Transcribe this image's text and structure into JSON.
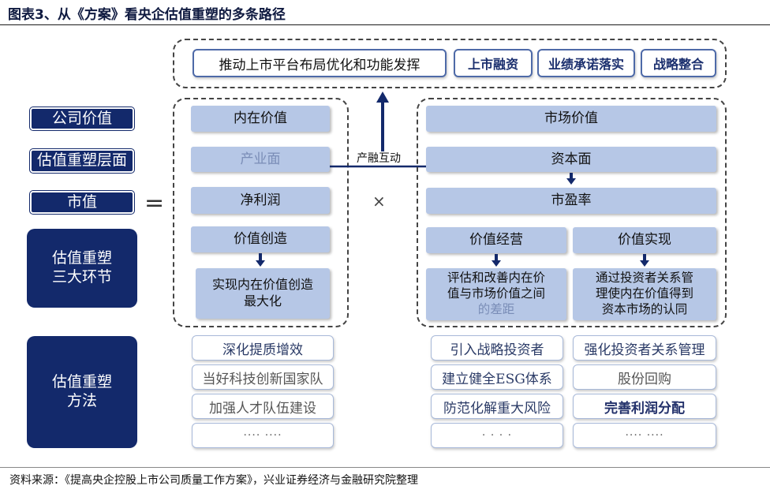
{
  "title": "图表3、从《方案》看央企估值重塑的多条路径",
  "left_labels": [
    "公司价值",
    "估值重塑层面",
    "市值",
    "估值重塑\n三大环节",
    "估值重塑\n方法"
  ],
  "operators": {
    "equals": "=",
    "times": "×"
  },
  "top_row": {
    "main": "推动上市平台布局优化和功能发挥",
    "items": [
      "上市融资",
      "业绩承诺落实",
      "战略整合"
    ]
  },
  "interaction_label": "产融互动",
  "intrinsic": {
    "header": "内在价值",
    "industry": "产业面",
    "net_profit": "净利润",
    "creation": "价值创造",
    "maximize": "实现内在价值创造\n最大化"
  },
  "market": {
    "header": "市场价值",
    "capital": "资本面",
    "pe": "市盈率",
    "operation": "价值经营",
    "operation_desc_main": "评估和改善内在价\n值与市场价值之间",
    "operation_desc_tail": "的差距",
    "realization": "价值实现",
    "realization_desc": "通过投资者关系管\n理使内在价值得到\n资本市场的认同"
  },
  "methods": {
    "col1": [
      "深化提质增效",
      "当好科技创新国家队",
      "加强人才队伍建设",
      "···· ····"
    ],
    "col2": [
      "引入战略投资者",
      "建立健全ESG体系",
      "防范化解重大风险",
      "·  ·  ·  ·"
    ],
    "col3": [
      "强化投资者关系管理",
      "股份回购",
      "完善利润分配",
      "···· ····"
    ]
  },
  "source": "资料来源：《提高央企控股上市公司质量工作方案》，兴业证券经济与金融研究院整理"
}
